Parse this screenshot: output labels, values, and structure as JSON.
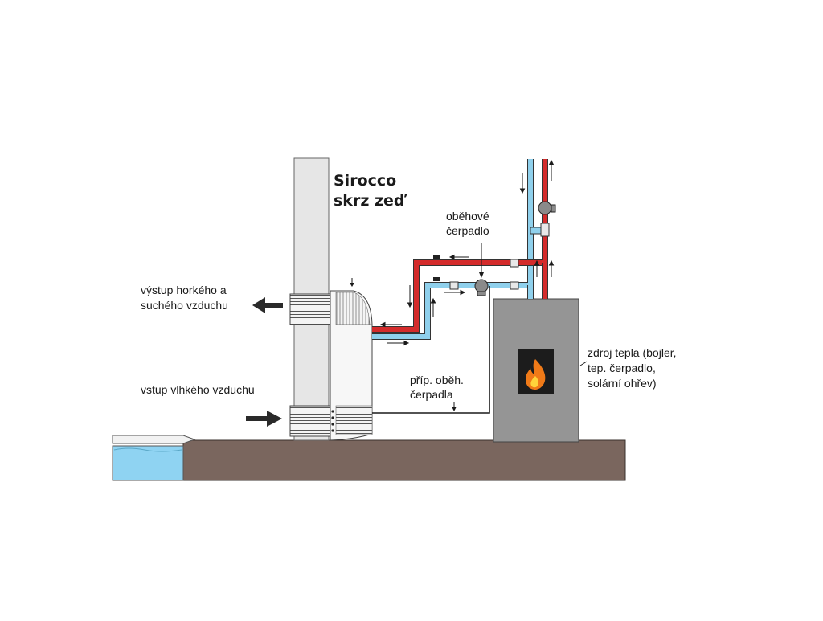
{
  "diagram": {
    "title_line1": "Sirocco",
    "title_line2": "skrz zeď",
    "labels": {
      "pump_main_1": "oběhové",
      "pump_main_2": "čerpadlo",
      "hot_air_1": "výstup horkého a",
      "hot_air_2": "suchého vzduchu",
      "humid_air": "vstup vlhkého vzduchu",
      "aux_pump_1": "příp. oběh.",
      "aux_pump_2": "čerpadla",
      "heat_src_1": "zdroj tepla (bojler,",
      "heat_src_2": "tep. čerpadlo,",
      "heat_src_3": "solární ohřev)"
    },
    "colors": {
      "hot_pipe": "#d42b2b",
      "cold_pipe": "#8fd0ec",
      "wall": "#e6e6e6",
      "ground": "#7a665e",
      "pool_water": "#8fd3f2",
      "boiler": "#959595",
      "boiler_window": "#1c1c1c",
      "flame": "#f07a18",
      "arrow": "#2a2a2a"
    },
    "icons": [
      "flame-icon",
      "pump-icon",
      "valve-icon",
      "arrow-left-icon",
      "arrow-right-icon"
    ]
  }
}
